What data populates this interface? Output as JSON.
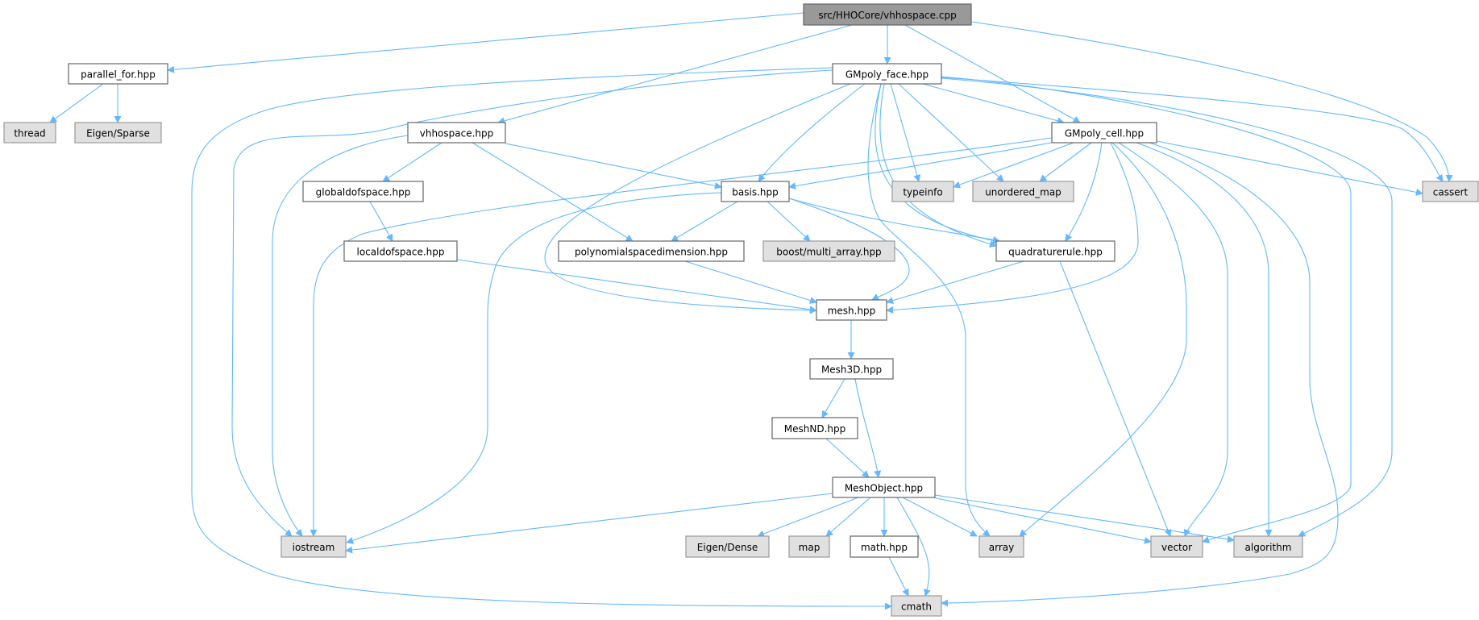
{
  "diagram": {
    "title": "src/HHOCore/vhhospace.cpp",
    "edge_color": "#63b8ff",
    "nodes": {
      "cpp": {
        "label": "src/HHOCore/vhhospace.cpp",
        "kind": "root"
      },
      "parallel_for": {
        "label": "parallel_for.hpp",
        "kind": "file"
      },
      "thread": {
        "label": "thread",
        "kind": "sys"
      },
      "eigen_sparse": {
        "label": "Eigen/Sparse",
        "kind": "sys"
      },
      "face": {
        "label": "GMpoly_face.hpp",
        "kind": "file"
      },
      "vhhospace_hpp": {
        "label": "vhhospace.hpp",
        "kind": "file"
      },
      "cell": {
        "label": "GMpoly_cell.hpp",
        "kind": "file"
      },
      "globaldofspace": {
        "label": "globaldofspace.hpp",
        "kind": "file"
      },
      "basis": {
        "label": "basis.hpp",
        "kind": "file"
      },
      "typeinfo": {
        "label": "typeinfo",
        "kind": "sys"
      },
      "unordered_map": {
        "label": "unordered_map",
        "kind": "sys"
      },
      "cassert": {
        "label": "cassert",
        "kind": "sys"
      },
      "localdofspace": {
        "label": "localdofspace.hpp",
        "kind": "file"
      },
      "polydim": {
        "label": "polynomialspacedimension.hpp",
        "kind": "file"
      },
      "boost": {
        "label": "boost/multi_array.hpp",
        "kind": "sys"
      },
      "quadrature": {
        "label": "quadraturerule.hpp",
        "kind": "file"
      },
      "mesh": {
        "label": "mesh.hpp",
        "kind": "file"
      },
      "mesh3d": {
        "label": "Mesh3D.hpp",
        "kind": "file"
      },
      "meshnd": {
        "label": "MeshND.hpp",
        "kind": "file"
      },
      "meshobject": {
        "label": "MeshObject.hpp",
        "kind": "file"
      },
      "iostream": {
        "label": "iostream",
        "kind": "sys"
      },
      "eigen_dense": {
        "label": "Eigen/Dense",
        "kind": "sys"
      },
      "map": {
        "label": "map",
        "kind": "sys"
      },
      "math": {
        "label": "math.hpp",
        "kind": "file"
      },
      "array": {
        "label": "array",
        "kind": "sys"
      },
      "vector": {
        "label": "vector",
        "kind": "sys"
      },
      "algorithm": {
        "label": "algorithm",
        "kind": "sys"
      },
      "cmath": {
        "label": "cmath",
        "kind": "sys"
      }
    },
    "edges": [
      [
        "cpp",
        "parallel_for"
      ],
      [
        "cpp",
        "vhhospace_hpp"
      ],
      [
        "cpp",
        "face"
      ],
      [
        "cpp",
        "cell"
      ],
      [
        "cpp",
        "cassert"
      ],
      [
        "parallel_for",
        "thread"
      ],
      [
        "parallel_for",
        "eigen_sparse"
      ],
      [
        "face",
        "cmath"
      ],
      [
        "face",
        "iostream"
      ],
      [
        "face",
        "mesh"
      ],
      [
        "face",
        "basis"
      ],
      [
        "face",
        "array"
      ],
      [
        "face",
        "quadrature"
      ],
      [
        "face",
        "quadrature2"
      ],
      [
        "face",
        "typeinfo"
      ],
      [
        "face",
        "unordered_map"
      ],
      [
        "face",
        "cell"
      ],
      [
        "face",
        "vector"
      ],
      [
        "face",
        "algorithm"
      ],
      [
        "face",
        "cassert"
      ],
      [
        "vhhospace_hpp",
        "iostream"
      ],
      [
        "vhhospace_hpp",
        "globaldofspace"
      ],
      [
        "vhhospace_hpp",
        "polydim"
      ],
      [
        "vhhospace_hpp",
        "basis"
      ],
      [
        "globaldofspace",
        "localdofspace"
      ],
      [
        "localdofspace",
        "mesh"
      ],
      [
        "basis",
        "iostream"
      ],
      [
        "basis",
        "polydim"
      ],
      [
        "basis",
        "boost"
      ],
      [
        "basis",
        "mesh"
      ],
      [
        "basis",
        "quadrature"
      ],
      [
        "polydim",
        "mesh"
      ],
      [
        "cell",
        "iostream"
      ],
      [
        "cell",
        "basis"
      ],
      [
        "cell",
        "typeinfo"
      ],
      [
        "cell",
        "unordered_map"
      ],
      [
        "cell",
        "cassert"
      ],
      [
        "cell",
        "quadrature"
      ],
      [
        "cell",
        "mesh"
      ],
      [
        "cell",
        "array"
      ],
      [
        "cell",
        "vector"
      ],
      [
        "cell",
        "algorithm"
      ],
      [
        "cell",
        "cmath"
      ],
      [
        "quadrature",
        "mesh"
      ],
      [
        "quadrature",
        "vector"
      ],
      [
        "mesh",
        "mesh3d"
      ],
      [
        "mesh3d",
        "meshnd"
      ],
      [
        "mesh3d",
        "meshobject"
      ],
      [
        "meshnd",
        "meshobject"
      ],
      [
        "meshobject",
        "iostream"
      ],
      [
        "meshobject",
        "eigen_dense"
      ],
      [
        "meshobject",
        "map"
      ],
      [
        "meshobject",
        "math"
      ],
      [
        "meshobject",
        "cmath"
      ],
      [
        "meshobject",
        "array"
      ],
      [
        "meshobject",
        "vector"
      ],
      [
        "meshobject",
        "algorithm"
      ],
      [
        "math",
        "cmath"
      ]
    ]
  }
}
